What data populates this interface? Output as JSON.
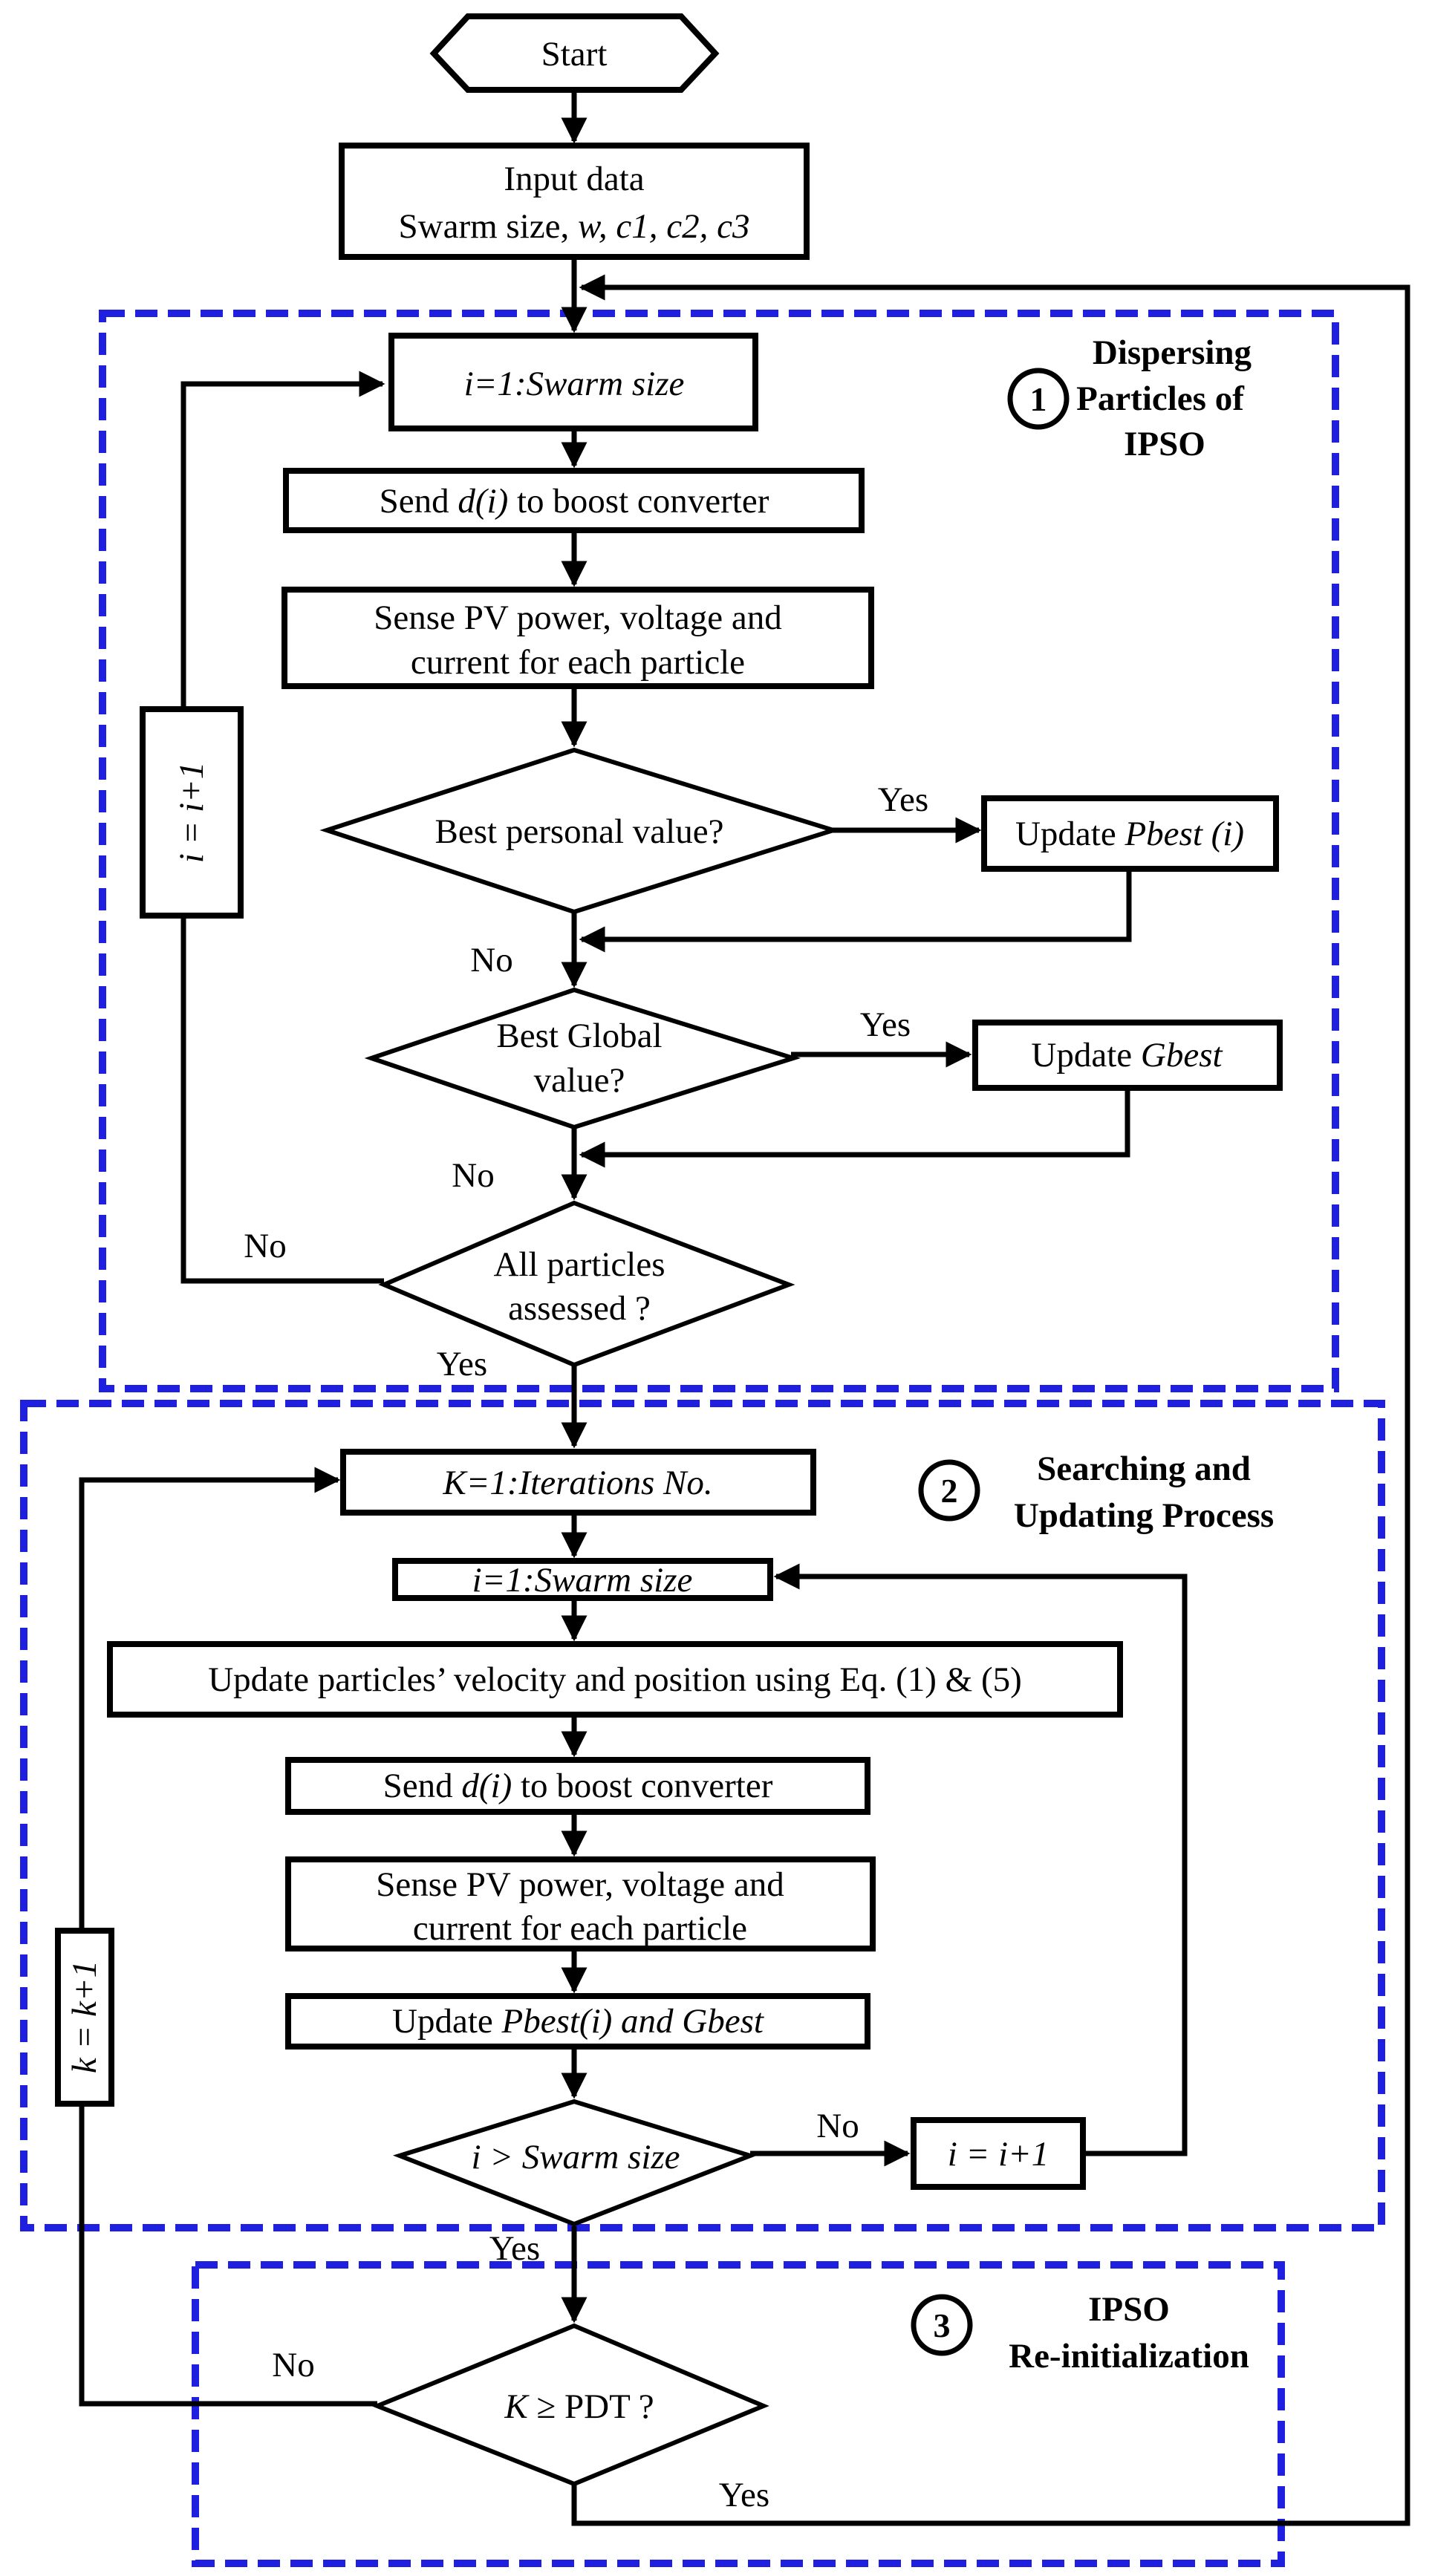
{
  "regions": [
    {
      "number": "1",
      "title_lines": [
        "Dispersing",
        "Particles of",
        "IPSO"
      ]
    },
    {
      "number": "2",
      "title_lines": [
        "Searching and",
        "Updating Process"
      ]
    },
    {
      "number": "3",
      "title_lines": [
        "IPSO",
        "Re-initialization"
      ]
    }
  ],
  "nodes": {
    "start": "Start",
    "input_line1": "Input data",
    "input_line2_text": "Swarm size, ",
    "input_line2_params": "w, c1, c2, c3",
    "loop1_init": "i=1:Swarm size",
    "send1_prefix": "Send ",
    "send1_var": "d(i)",
    "send1_suffix": " to boost converter",
    "sense1_line1": "Sense PV power, voltage and",
    "sense1_line2": "current for each particle",
    "dec_personal": "Best personal value?",
    "update_pbest_prefix": "Update ",
    "update_pbest_var": "Pbest (i)",
    "dec_global_line1": "Best Global",
    "dec_global_line2": "value?",
    "update_gbest_prefix": "Update ",
    "update_gbest_var": "Gbest",
    "dec_all_line1": "All particles",
    "dec_all_line2": "assessed ?",
    "increment_i": "i = i+1",
    "iter_init": "K=1:Iterations No.",
    "loop2_init": "i=1:Swarm size",
    "update_velocity": "Update particles’ velocity and position using Eq. (1) & (5)",
    "send2_prefix": "Send ",
    "send2_var": "d(i)",
    "send2_suffix": " to boost converter",
    "sense2_line1": "Sense PV power, voltage and",
    "sense2_line2": "current for each particle",
    "update_both_prefix": "Update ",
    "update_both_var": "Pbest(i) and Gbest",
    "dec_swarm": "i > Swarm size",
    "increment_i2": "i = i+1",
    "increment_k": "k = k+1",
    "dec_pdt_var": "K",
    "dec_pdt_rest": " ≥ PDT ?"
  },
  "edge_labels": {
    "personal_yes": "Yes",
    "personal_no": "No",
    "global_yes": "Yes",
    "global_no": "No",
    "all_no": "No",
    "all_yes": "Yes",
    "swarm_no": "No",
    "swarm_yes": "Yes",
    "pdt_no": "No",
    "pdt_yes": "Yes"
  },
  "colors": {
    "region_border": "#1f1fe0",
    "lines": "#000000"
  }
}
